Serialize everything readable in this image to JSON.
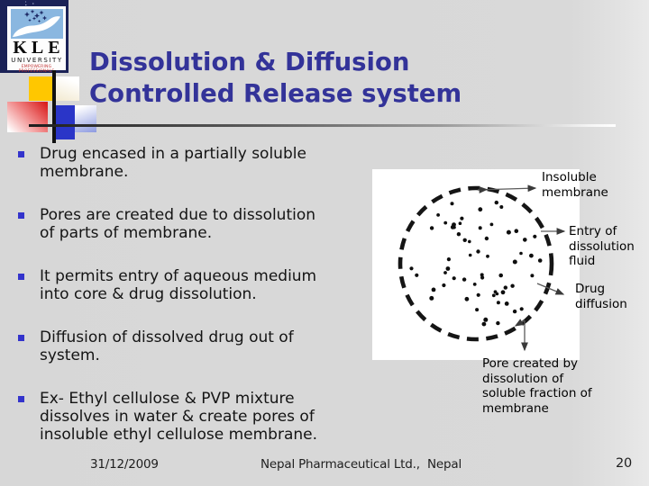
{
  "slide": {
    "title": "Dissolution & Diffusion\nControlled Release system",
    "colors": {
      "background": "#d9d9d9",
      "title_text": "#333399",
      "bullet_marker": "#3333cc",
      "body_text": "#141414",
      "logo_navy": "#1b2257",
      "logo_sky_blue": "#8ab7e0",
      "deco_yellow": "#ffc700",
      "deco_red": "#d91f1f",
      "deco_blue": "#2a35c8",
      "diagram_background": "#ffffff",
      "diagram_ink": "#151515"
    }
  },
  "logo": {
    "org": "KLE",
    "org_type": "UNIVERSITY",
    "tagline": "EMPOWERING PROFESSIONALS",
    "emblem_icon": "hand-cradling-stars"
  },
  "bullets": [
    "Drug encased in a partially soluble\nmembrane.",
    "Pores are created due to dissolution\nof parts of membrane.",
    "It permits entry of aqueous medium\ninto core & drug dissolution.",
    "Diffusion of dissolved drug out of\nsystem.",
    "Ex- Ethyl cellulose & PVP mixture\ndissolves in water & create pores of\ninsoluble ethyl cellulose membrane."
  ],
  "diagram": {
    "description": "dashed circle membrane filled with drug particle dots",
    "labels": {
      "insoluble": "Insoluble\nmembrane",
      "entry": "Entry of\ndissolution\nfluid",
      "drug": "Drug\ndiffusion",
      "pore": "Pore created by\ndissolution of\nsoluble fraction of\nmembrane"
    }
  },
  "footer": {
    "date": "31/12/2009",
    "company": "Nepal Pharmaceutical Ltd.,  Nepal",
    "page_number": "20"
  }
}
